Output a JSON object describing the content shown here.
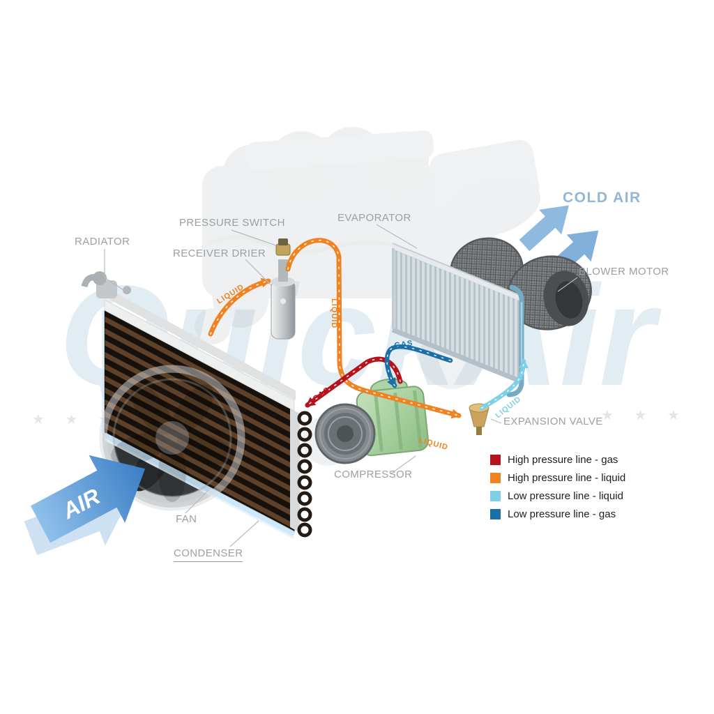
{
  "watermark": {
    "text": "QuickAir",
    "stars_left": "★ ★ ★",
    "stars_right": "★ ★ ★"
  },
  "labels": {
    "radiator": "RADIATOR",
    "pressure_switch": "PRESSURE SWITCH",
    "receiver_drier": "RECEIVER DRIER",
    "evaporator": "EVAPORATOR",
    "cold_air": "COLD AIR",
    "blower_motor": "BLOWER MOTOR",
    "expansion_valve": "EXPANSION VALVE",
    "compressor": "COMPRESSOR",
    "fan": "FAN",
    "condenser": "CONDENSER",
    "air": "AIR"
  },
  "pipe_labels": {
    "liquid_condenser_to_drier": "LIQUID",
    "liquid_drier_down": "LIQUID",
    "liquid_to_expansion_valve": "LIQUID",
    "liquid_to_evaporator": "LIQUID",
    "gas_compressor_to_condenser": "GAS",
    "gas_evaporator_to_compressor": "GAS"
  },
  "legend": {
    "items": [
      {
        "color": "#b5121b",
        "label": "High pressure line - gas"
      },
      {
        "color": "#f08221",
        "label": "High pressure line - liquid"
      },
      {
        "color": "#7ed0e6",
        "label": "Low pressure line - liquid"
      },
      {
        "color": "#1a6fa8",
        "label": "Low pressure line - gas"
      }
    ]
  },
  "colors": {
    "hp_gas": "#b5121b",
    "hp_liquid": "#f08221",
    "lp_liquid": "#7ed0e6",
    "lp_gas": "#1a6fa8",
    "air_arrow": "#4d8fd1",
    "cold_air_text": "#92b6d8",
    "label_text": "#9b9fa1"
  }
}
